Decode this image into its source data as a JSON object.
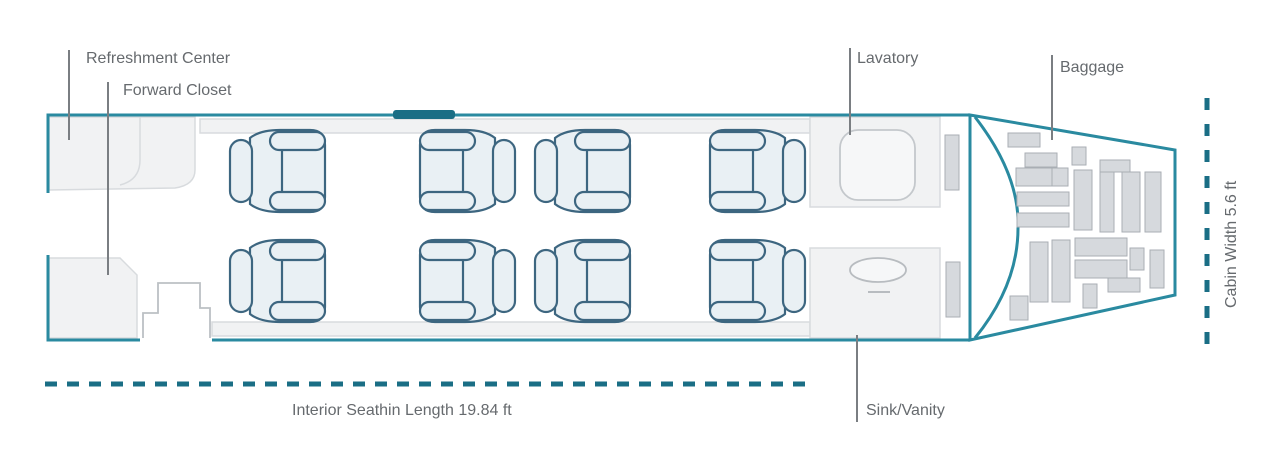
{
  "labels": {
    "refreshment_center": "Refreshment Center",
    "forward_closet": "Forward Closet",
    "lavatory": "Lavatory",
    "baggage": "Baggage",
    "sink_vanity": "Sink/Vanity",
    "cabin_length": "Interior Seathin Length 19.84 ft",
    "cabin_width": "Cabin Width 5.6 ft"
  },
  "colors": {
    "wall": "#2a8aa0",
    "seat_outline": "#3d6680",
    "dimension": "#1a6e85",
    "label": "#666a6e"
  }
}
